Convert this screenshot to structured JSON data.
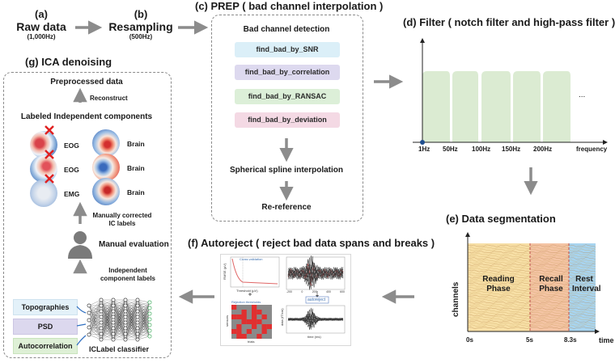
{
  "steps": {
    "a": {
      "tag": "(a)",
      "title": "Raw data",
      "sub": "(1,000Hz)"
    },
    "b": {
      "tag": "(b)",
      "title": "Resampling",
      "sub": "(500Hz)"
    },
    "c": {
      "title": "(c) PREP ( bad channel interpolation )",
      "detect": "Bad channel detection",
      "pills": [
        "find_bad_by_SNR",
        "find_bad_by_correlation",
        "find_bad_by_RANSAC",
        "find_bad_by_deviation"
      ],
      "pill_colors": [
        "#dbeff8",
        "#ddd9ef",
        "#dcefd8",
        "#f4d9e4"
      ],
      "spline": "Spherical spline interpolation",
      "reref": "Re-reference"
    },
    "d": {
      "title": "(d) Filter ( notch filter and high-pass filter )",
      "ticks": [
        "1Hz",
        "50Hz",
        "100Hz",
        "150Hz",
        "200Hz"
      ],
      "ellipsis": "...",
      "xlabel": "frequency"
    },
    "e": {
      "title": "(e) Data segmentation",
      "ylabel": "channels",
      "xlabel": "time",
      "ticks": [
        "0s",
        "5s",
        "8.3s"
      ],
      "phases": [
        "Reading Phase",
        "Recall Phase",
        "Rest Interval"
      ],
      "phase_colors": [
        "#f7dfa6",
        "#f4c4a4",
        "#a8d4ef"
      ]
    },
    "f": {
      "title": "(f) Autoreject ( reject bad data spans and breaks )",
      "cv": "Cross validation",
      "thresh": "Threshold (µV)",
      "rmse": "RMSE (µV)",
      "rej": "Rejection thresholds",
      "sensors": "sensors",
      "trials": "trials",
      "autoreject": "autoreject",
      "time": "time (ms)",
      "data": "data (fT/cm)",
      "x_ticks": [
        "-200",
        "0",
        "200",
        "400",
        "600"
      ]
    },
    "g": {
      "title": "(g) ICA denoising",
      "pre": "Preprocessed data",
      "reconstruct": "Reconstruct",
      "labeled": "Labeled Independent components",
      "ic_left": [
        "EOG",
        "EOG",
        "EMG"
      ],
      "ic_right": [
        "Brain",
        "Brain",
        "Brain"
      ],
      "manual_corr": "Manually corrected IC labels",
      "manual_eval": "Manual evaluation",
      "indep": "Independent component labels",
      "features": [
        "Topographies",
        "PSD",
        "Autocorrelation"
      ],
      "classifier": "ICLabel classifier"
    }
  }
}
